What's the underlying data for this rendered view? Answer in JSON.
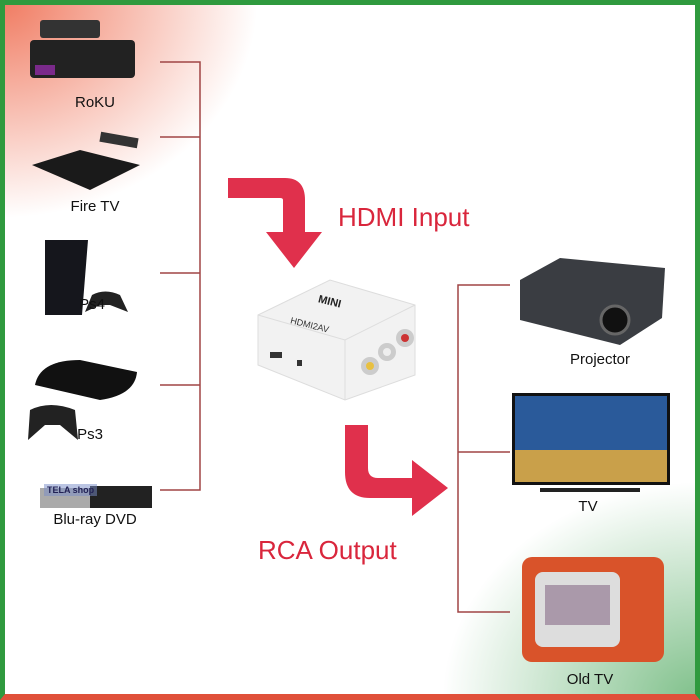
{
  "sources": [
    {
      "label": "RoKU",
      "icon": "roku-box"
    },
    {
      "label": "Fire TV",
      "icon": "fire-tv-box"
    },
    {
      "label": "Ps4",
      "icon": "ps4-console"
    },
    {
      "label": "Ps3",
      "icon": "ps3-console"
    },
    {
      "label": "Blu-ray DVD",
      "icon": "bluray-player"
    }
  ],
  "outputs": [
    {
      "label": "Projector",
      "icon": "projector"
    },
    {
      "label": "TV",
      "icon": "flat-tv"
    },
    {
      "label": "Old TV",
      "icon": "crt-tv"
    }
  ],
  "hdmi_label": "HDMI Input",
  "rca_label": "RCA Output",
  "adapter": {
    "brand": "MINI",
    "model": "HDMI2AV"
  },
  "watermark": "TELA shop",
  "colors": {
    "accent": "#d9263c",
    "line": "#a04545",
    "border_green": "#2f9a3e",
    "border_red": "#e0503a"
  }
}
